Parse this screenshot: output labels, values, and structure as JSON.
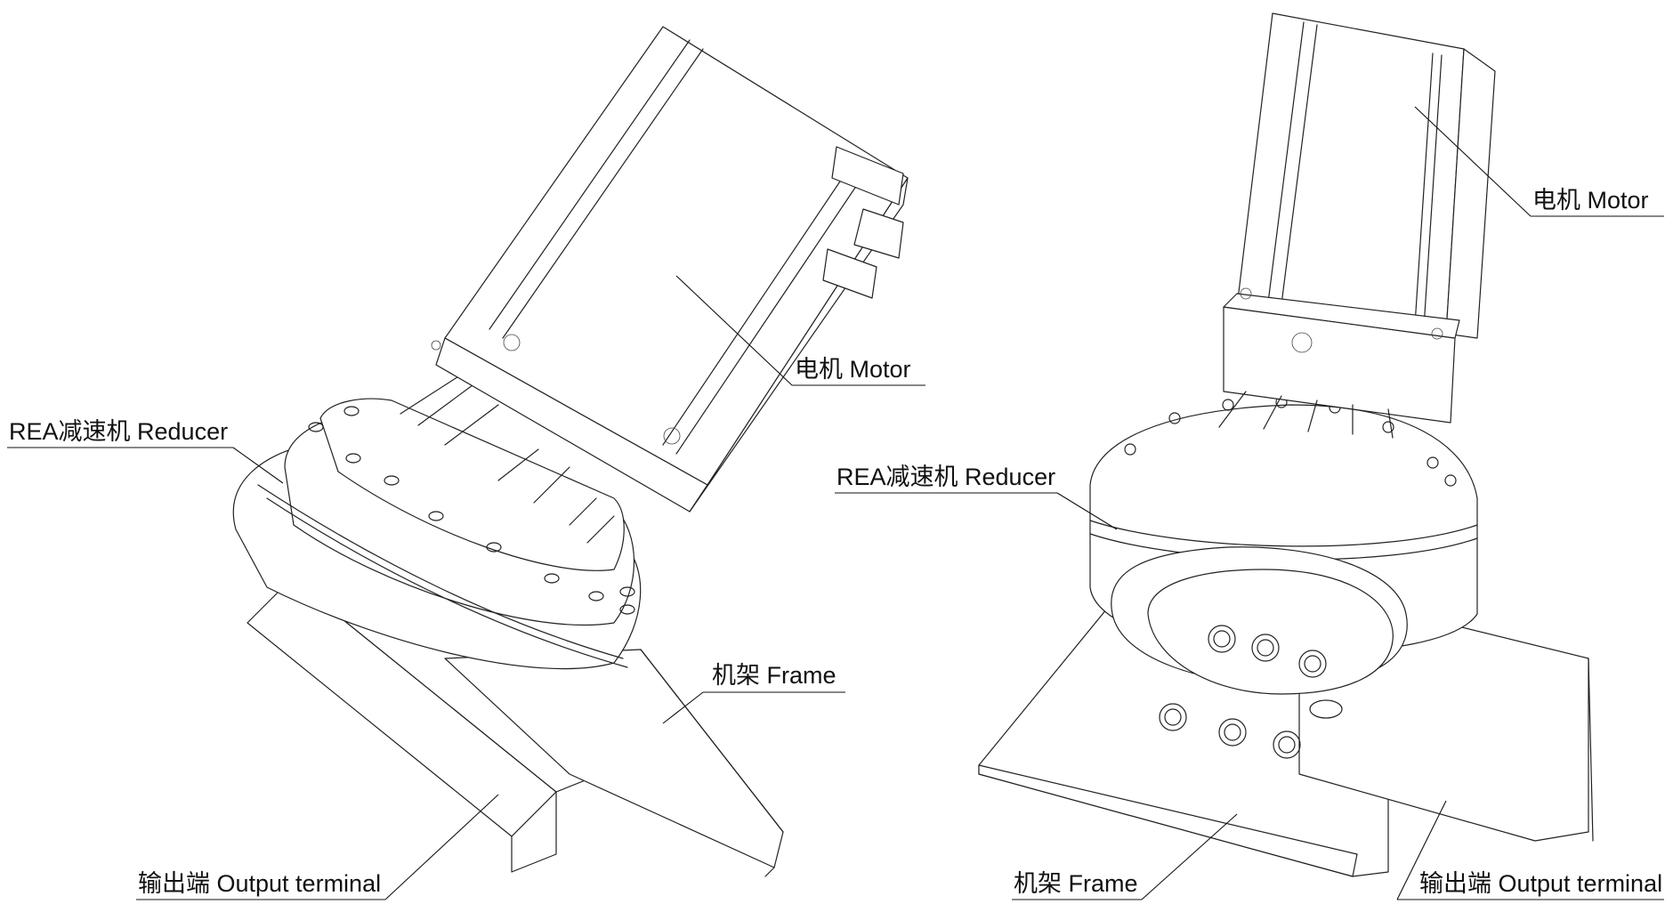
{
  "diagram": {
    "left_view": {
      "labels": {
        "motor": "电机 Motor",
        "reducer": "REA减速机 Reducer",
        "frame": "机架 Frame",
        "output": "输出端 Output terminal"
      }
    },
    "right_view": {
      "labels": {
        "motor": "电机 Motor",
        "reducer": "REA减速机 Reducer",
        "frame": "机架 Frame",
        "output": "输出端 Output terminal"
      }
    }
  }
}
